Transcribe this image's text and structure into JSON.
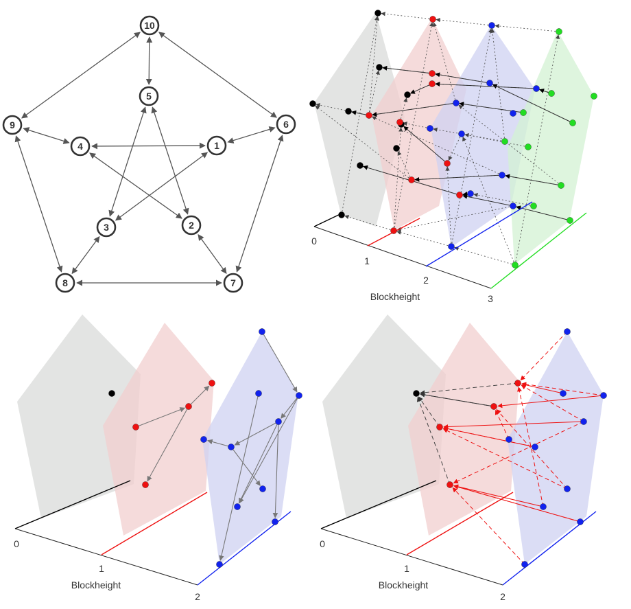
{
  "colors": {
    "block_0": "#000000",
    "block_1": "#ee1111",
    "block_2": "#1122ee",
    "block_3": "#22dd22",
    "plane_0": "#d9dbda",
    "plane_1": "#f2cfcf",
    "plane_2": "#cfd2f2",
    "plane_3": "#d3f2d3",
    "graph_edge": "#555555",
    "graph_node": "#333333"
  },
  "petersen_graph": {
    "nodes": [
      "10",
      "5",
      "9",
      "6",
      "4",
      "1",
      "3",
      "2",
      "8",
      "7"
    ],
    "edge_style": "bidirectional-arrow"
  },
  "block_dag_full": {
    "xlabel": "Blockheight",
    "ticks": [
      "0",
      "1",
      "2",
      "3"
    ]
  },
  "block_dag_partial": {
    "xlabel": "Blockheight",
    "ticks": [
      "0",
      "1",
      "2"
    ]
  },
  "block_dag_dashed": {
    "xlabel": "Blockheight",
    "ticks": [
      "0",
      "1",
      "2"
    ]
  }
}
